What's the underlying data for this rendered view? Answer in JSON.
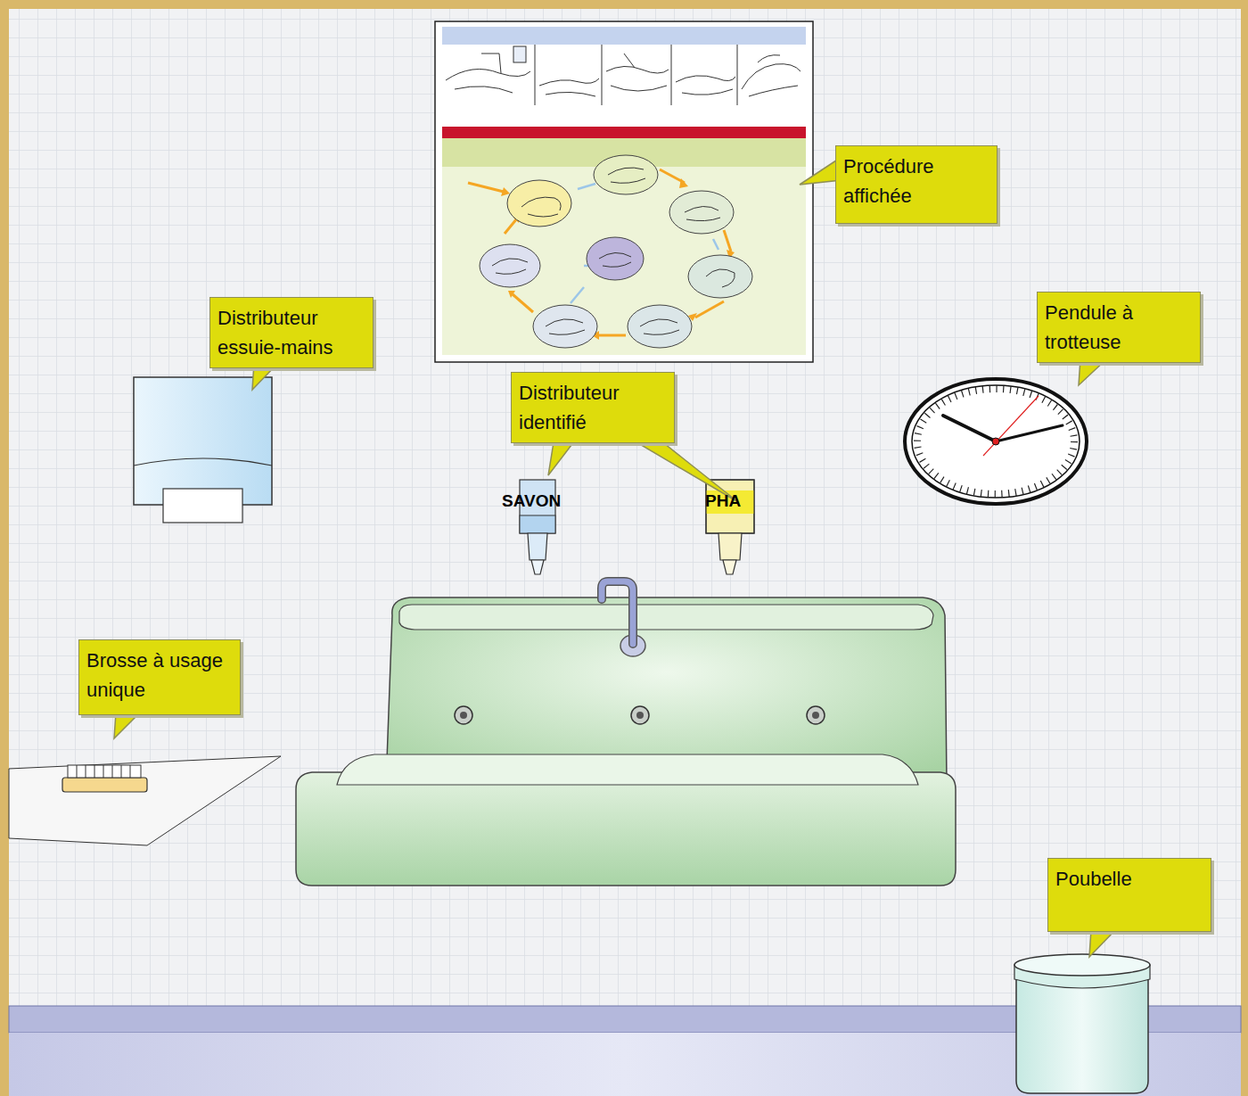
{
  "diagram": {
    "nodes": [
      {
        "text": [
          "Procédure affichée"
        ]
      },
      {
        "text": [
          "Pendule à trotteuse"
        ]
      },
      {
        "text": [
          "Distributeur essuie-mains"
        ]
      },
      {
        "text": [
          "Distributeur identifié"
        ]
      },
      {
        "text": [
          "Brosse à usage unique"
        ]
      },
      {
        "text": [
          "Poubelle"
        ]
      }
    ],
    "labels": [
      "SAVON",
      "PHA"
    ]
  }
}
